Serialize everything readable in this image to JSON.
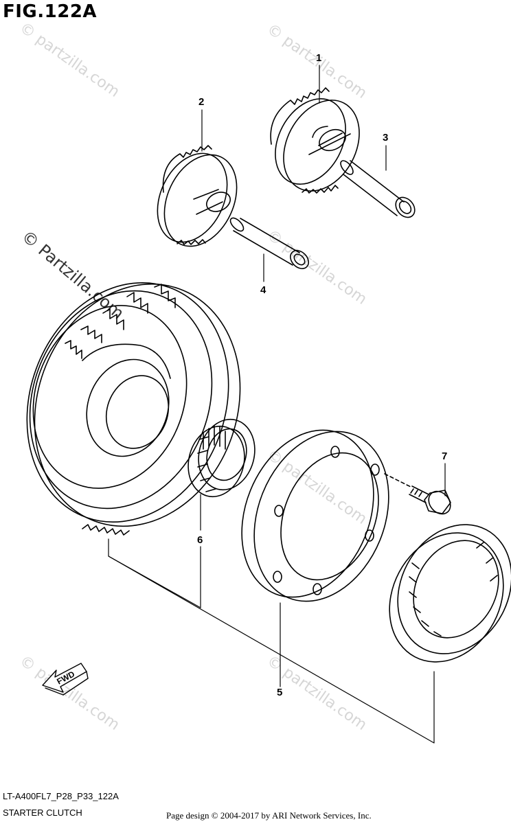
{
  "figure": {
    "title": "FIG.122A",
    "code": "LT-A400FL7_P28_P33_122A",
    "name": "STARTER CLUTCH",
    "credit": "Page design © 2004-2017 by ARI Network Services, Inc."
  },
  "watermark": "© Partzilla.com",
  "watermark_faint": "© partzilla.com",
  "fwd_label": "FWD",
  "callouts": [
    "1",
    "2",
    "3",
    "4",
    "5",
    "6",
    "7"
  ],
  "colors": {
    "ink": "#000000",
    "watermark": "#d6d6d6"
  }
}
